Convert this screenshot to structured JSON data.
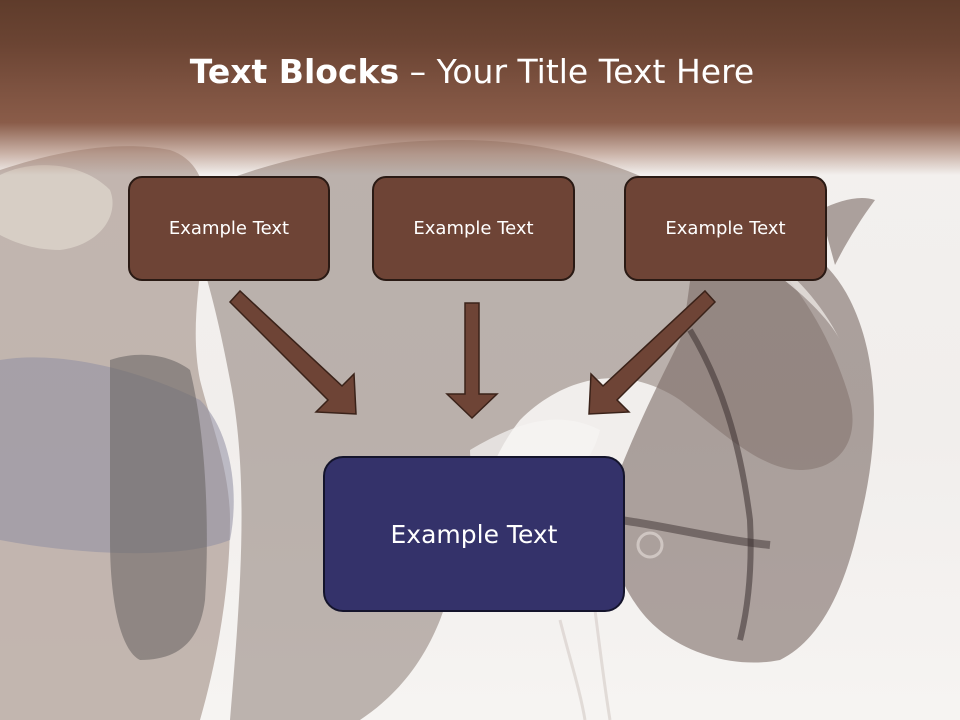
{
  "slide": {
    "title_bold": "Text Blocks",
    "title_dash": " – ",
    "title_rest": "Your Title Text Here",
    "blocks": [
      {
        "label": "Example Text"
      },
      {
        "label": "Example Text"
      },
      {
        "label": "Example Text"
      }
    ],
    "target": {
      "label": "Example Text"
    }
  },
  "colors": {
    "header": "#6b4433",
    "block_fill": "#6e4436",
    "target_fill": "#34326a",
    "arrow_fill": "#6e4436"
  }
}
